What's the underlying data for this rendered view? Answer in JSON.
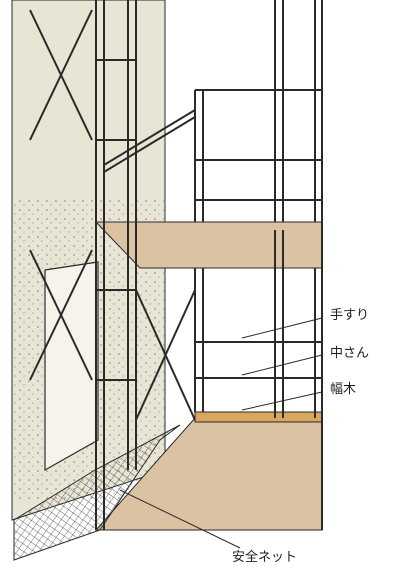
{
  "labels": {
    "handrail": "手すり",
    "midrail": "中さん",
    "toeboard": "幅木",
    "safety_net": "安全ネット"
  },
  "colors": {
    "wall": "#e6e3d2",
    "plank": "#dbc2a2",
    "toeboard": "#d9a75c",
    "line": "#2a2a2a",
    "net": "#3a3a3a"
  }
}
